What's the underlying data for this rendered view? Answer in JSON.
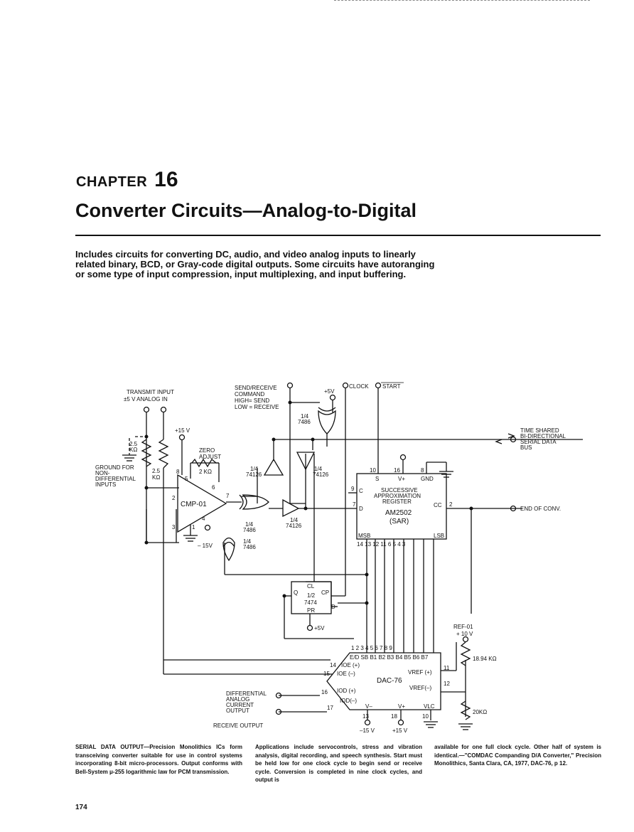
{
  "header": {
    "chapter_label": "CHAPTER",
    "chapter_number": "16",
    "title": "Converter Circuits—Analog-to-Digital"
  },
  "intro": "Includes circuits for converting DC, audio, and video analog inputs to linearly related binary, BCD, or Gray-code digital outputs. Some circuits have autoranging or some type of input compression, input multiplexing, and input buffering.",
  "schematic": {
    "transmit_input": "TRANSMIT INPUT",
    "analog_in": "±5 V ANALOG IN",
    "send_receive_1": "SEND/RECEIVE",
    "send_receive_2": "COMMAND",
    "send_receive_3": "HIGH= SEND",
    "send_receive_4": "LOW = RECEIVE",
    "plus5v": "+5V",
    "plus5v_pr": "+5V",
    "clock": "CLOCK",
    "start": "START",
    "time_shared_1": "TIME SHARED",
    "time_shared_2": "BI-DIRECTIONAL",
    "time_shared_3": "SERIAL DATA",
    "time_shared_4": "BUS",
    "plus15v": "+15 V",
    "minus15v": "– 15V",
    "zero_adjust_1": "ZERO",
    "zero_adjust_2": "ADJUST",
    "res_2k": "2 KΩ",
    "res_25k_top": "2.5",
    "res_25k_top_unit": "KΩ",
    "res_25k_side": "2.5",
    "res_25k_side_unit": "KΩ",
    "ground_1": "GROUND FOR",
    "ground_2": "NON-",
    "ground_3": "DIFFERENTIAL",
    "ground_4": "INPUTS",
    "cmp": "CMP-01",
    "xor_top_1": "1/4",
    "xor_top_2": "7486",
    "xor_mid_1": "1/4",
    "xor_mid_2": "7486",
    "xor_low_1": "1/4",
    "xor_low_2": "7486",
    "buf_left_1": "1/4",
    "buf_left_2": "74126",
    "buf_right_1": "1/4",
    "buf_right_2": "74126",
    "buf_mid_1": "1/4",
    "buf_mid_2": "74126",
    "sar_1": "SUCCESSIVE",
    "sar_2": "APPROXIMATION",
    "sar_3": "REGISTER",
    "sar_4": "AM2502",
    "sar_5": "(SAR)",
    "sar_s": "S",
    "sar_vplus": "V+",
    "sar_gnd": "GND",
    "sar_c": "C",
    "sar_d": "D",
    "sar_cc": "CC",
    "msb": "MSB",
    "lsb": "LSB",
    "end_conv": "END OF CONV.",
    "ff_cl": "CL",
    "ff_q": "Q",
    "ff_half": "1/2",
    "ff_cp": "CP",
    "ff_part": "7474",
    "ff_d": "D",
    "ff_pr": "PR",
    "ref_1": "REF-01",
    "ref_2": "+ 10 V",
    "res_1894": "18.94 KΩ",
    "res_20k": "20KΩ",
    "dac_pins": "E/D SB B1 B2 B3 B4 B5 B6 B7",
    "dac_name": "DAC-76",
    "dac_ioe_p": "IOE (+)",
    "dac_ioe_m": "IOE (–)",
    "dac_iod_p": "IOD (+)",
    "dac_iod_m": "IOD(–)",
    "dac_vref_p": "VREF (+)",
    "dac_vref_m": "VREF(–)",
    "dac_vminus": "V–",
    "dac_vplus": "V+",
    "dac_vlc": "VLC",
    "diff_1": "DIFFERENTIAL",
    "diff_2": "ANALOG",
    "diff_3": "CURRENT",
    "diff_4": "OUTPUT",
    "receive_output": "RECEIVE OUTPUT",
    "minus15v_b": "–15 V",
    "plus15v_b": "+15 V",
    "pins": {
      "p10": "10",
      "p16": "16",
      "p8": "8",
      "p9": "9",
      "p7": "7",
      "p2": "2",
      "msb_row": "14  13  12  11   6   5   4   3",
      "dac_top": "1   2   3   4   5   6   7   8   9",
      "p14": "14",
      "p15": "15",
      "p16b": "16",
      "p17": "17",
      "p11": "11",
      "p12": "12",
      "p13": "13",
      "p18": "18",
      "p10b": "10",
      "c2": "2",
      "c3": "3",
      "c5": "5",
      "c6": "6",
      "c7": "7",
      "c8": "8",
      "c4": "4",
      "c1": "1"
    }
  },
  "caption": {
    "col1": "SERIAL DATA OUTPUT—Precision Monolithics ICs form transceiving converter suitable for use in control systems incorporating 8-bit micro-processors. Output conforms with Bell-System μ-255 logarithmic law for PCM transmission.",
    "col2": "Applications include servocontrols, stress and vibration analysis, digital recording, and speech synthesis. Start must be held low for one clock cycle to begin send or receive cycle. Conversion is completed in nine clock cycles, and output is",
    "col3": "available for one full clock cycle. Other half of system is identical.—\"COMDAC Companding D/A Converter,\" Precision Monolithics, Santa Clara, CA, 1977, DAC-76, p 12."
  },
  "page_number": "174"
}
